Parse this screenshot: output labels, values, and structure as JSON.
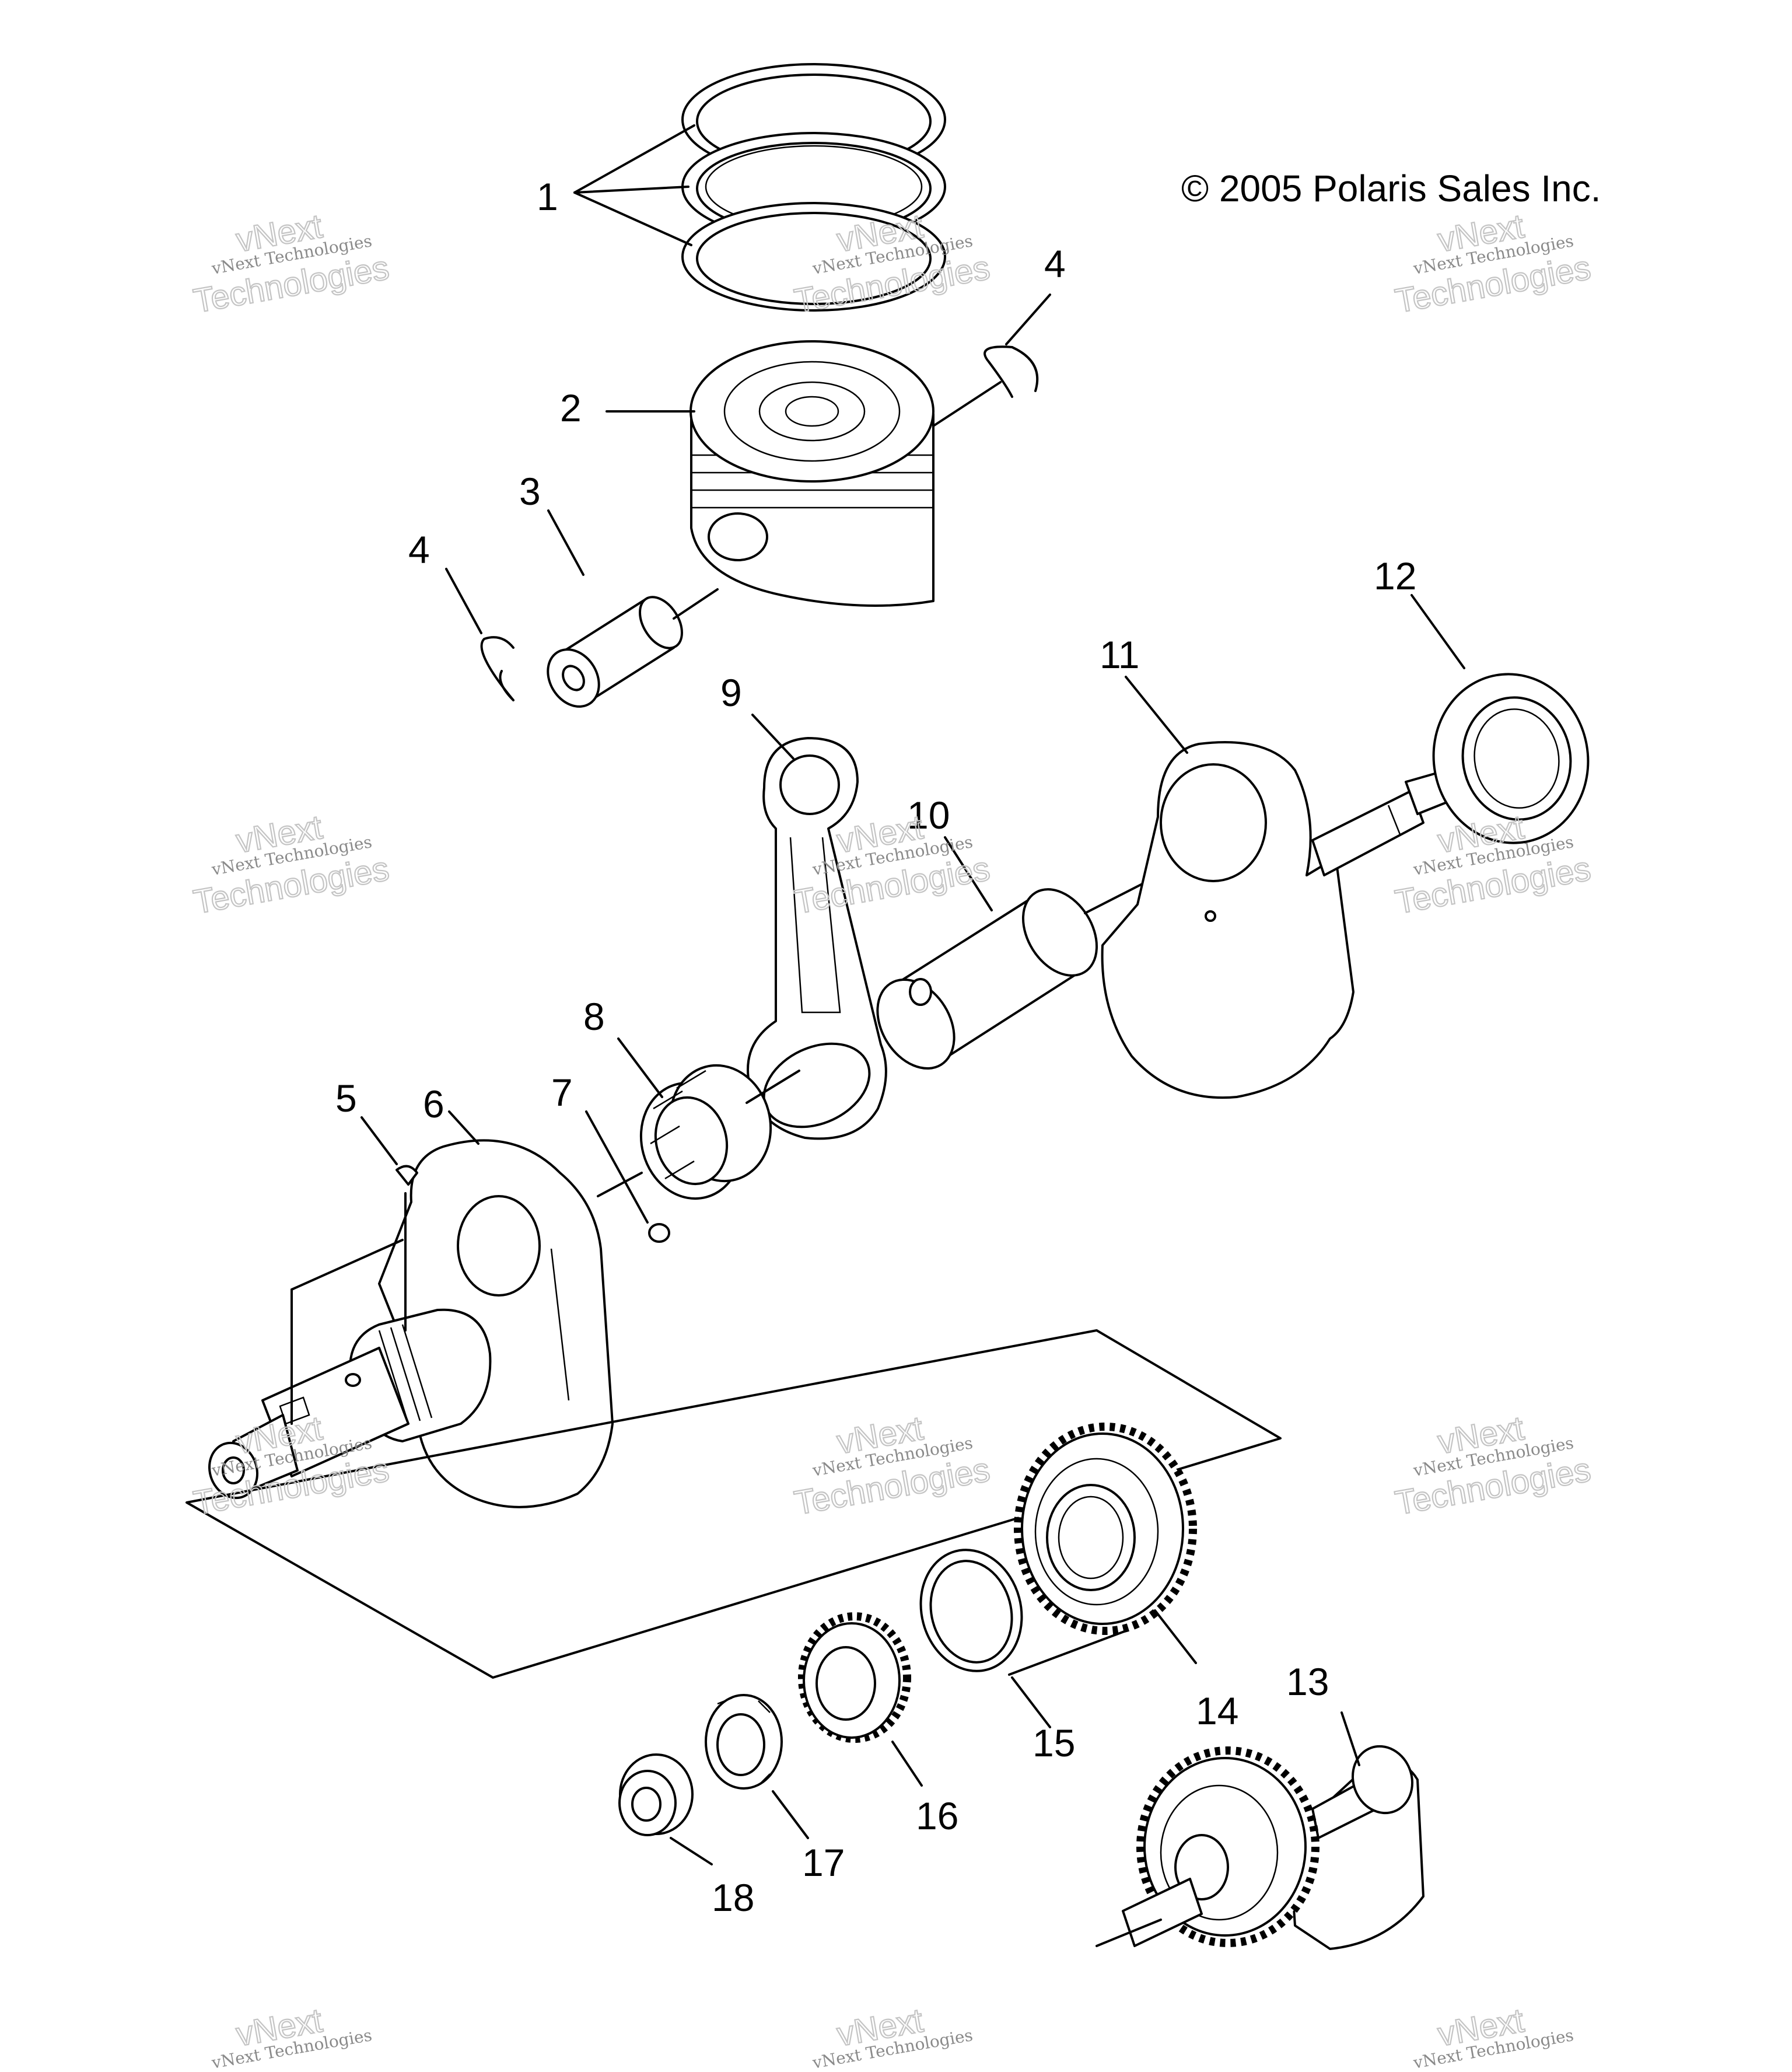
{
  "copyright": "© 2005 Polaris Sales Inc.",
  "watermark": {
    "small": "vNext Technologies",
    "large_top": "vNext",
    "large_bottom": "Technologies"
  },
  "callouts": [
    "1",
    "2",
    "3",
    "4",
    "4",
    "5",
    "6",
    "7",
    "8",
    "9",
    "10",
    "11",
    "12",
    "13",
    "14",
    "15",
    "16",
    "17",
    "18"
  ],
  "labels": {
    "n1": "1",
    "n2": "2",
    "n3": "3",
    "n4a": "4",
    "n4b": "4",
    "n5": "5",
    "n6": "6",
    "n7": "7",
    "n8": "8",
    "n9": "9",
    "n10": "10",
    "n11": "11",
    "n12": "12",
    "n13": "13",
    "n14": "14",
    "n15": "15",
    "n16": "16",
    "n17": "17",
    "n18": "18"
  },
  "colors": {
    "line": "#000000",
    "background": "#ffffff",
    "watermark": "#c4c4c4"
  }
}
